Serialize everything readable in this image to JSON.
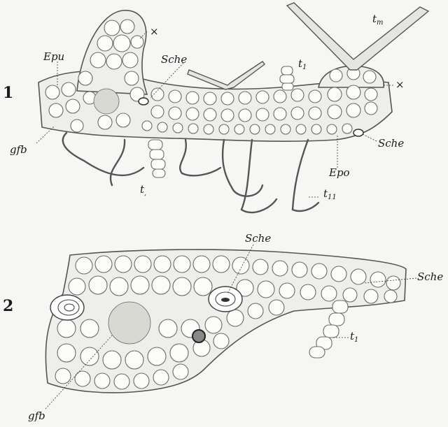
{
  "figure1": {
    "number": "1",
    "labels": {
      "epu": "Epu",
      "gfb": "gfb",
      "sche_top": "Sche",
      "sche_right": "Sche",
      "epo": "Epo",
      "x_left": "×",
      "x_right": "×",
      "t1_top": "t",
      "t1_top_sub": "1",
      "t1_bottom": "t",
      "t1_bottom_sub": ",",
      "tm": "t",
      "tm_sub": "m",
      "t11": "t",
      "t11_sub": "11"
    }
  },
  "figure2": {
    "number": "2",
    "labels": {
      "sche_top": "Sche",
      "sche_right": "Sche",
      "t1": "t",
      "t1_sub": "1",
      "gfb": "gfb"
    }
  }
}
